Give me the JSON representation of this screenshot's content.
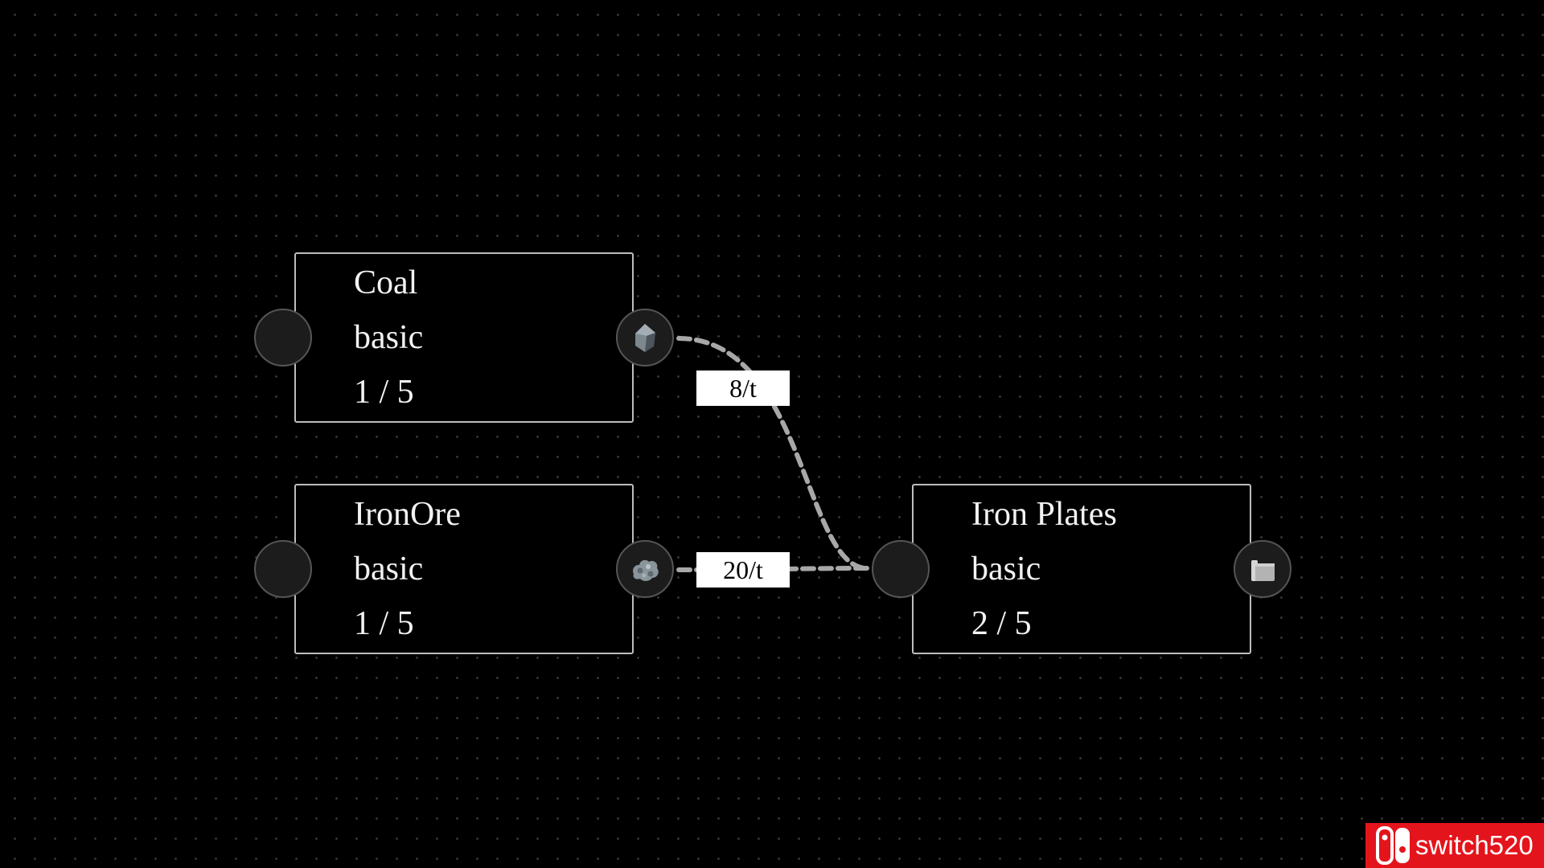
{
  "nodes": {
    "coal": {
      "name": "Coal",
      "tier": "basic",
      "count": "1 / 5",
      "output_icon": "coal-lump-icon"
    },
    "iron_ore": {
      "name": "IronOre",
      "tier": "basic",
      "count": "1 / 5",
      "output_icon": "iron-ore-icon"
    },
    "iron_plates": {
      "name": "Iron Plates",
      "tier": "basic",
      "count": "2 / 5",
      "output_icon": "iron-plate-icon"
    }
  },
  "links": {
    "coal_to_plates": {
      "rate": "8/t",
      "from": "Coal",
      "to": "Iron Plates"
    },
    "ore_to_plates": {
      "rate": "20/t",
      "from": "IronOre",
      "to": "Iron Plates"
    }
  },
  "colors": {
    "background": "#000000",
    "node_border": "#bdbdbd",
    "link_dash": "#a8a8a8",
    "port_fill": "#1c1c1c",
    "watermark": "#e4141c"
  },
  "watermark": {
    "text": "switch520",
    "icon": "switch-console-logo-icon"
  }
}
